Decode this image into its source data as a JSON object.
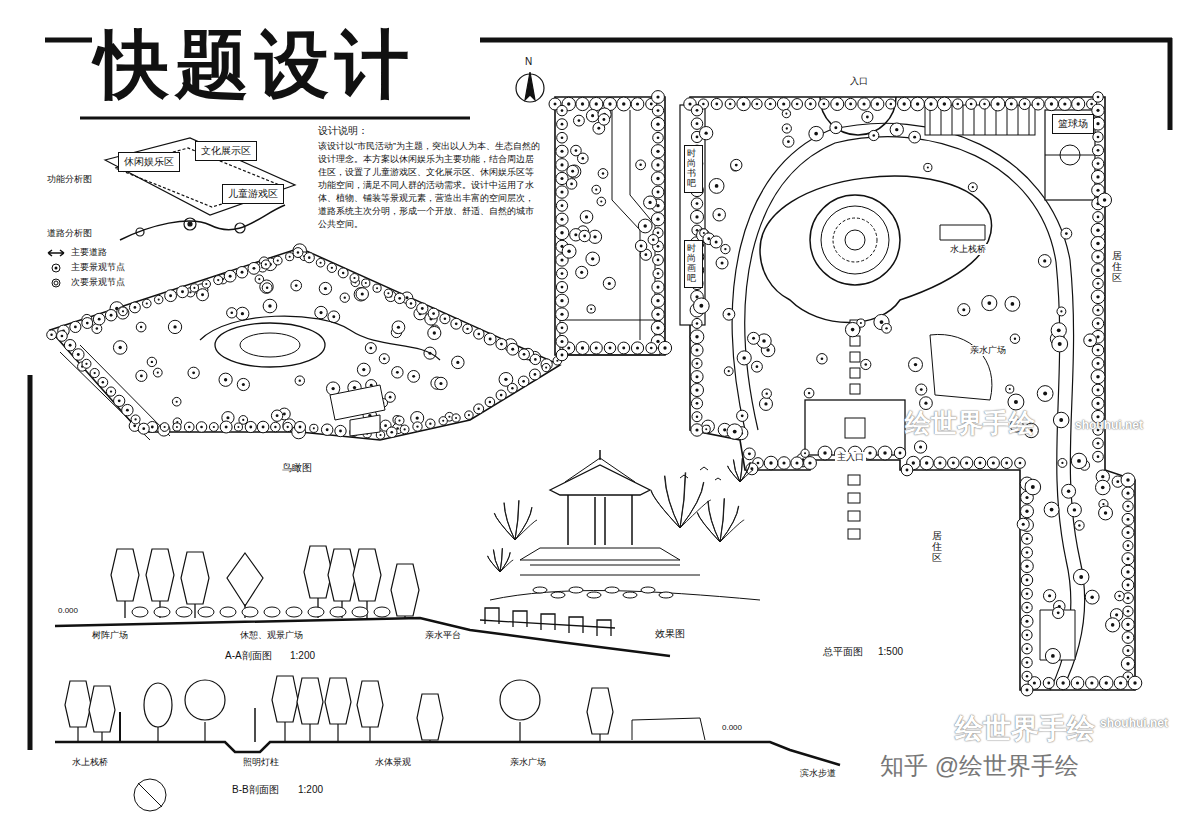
{
  "diagram": {
    "title": "快题设计",
    "nodes": [
      {
        "text": [
          "休闲娱乐区"
        ]
      },
      {
        "text": [
          "文化展示区"
        ]
      },
      {
        "text": [
          "儿童游戏区"
        ]
      },
      {
        "text": [
          "时尚书吧"
        ]
      },
      {
        "text": [
          "时尚画吧"
        ]
      },
      {
        "text": [
          "篮球场"
        ]
      }
    ],
    "labels": [
      "功能分析图",
      "道路分析图",
      "设计说明：",
      "该设计以“市民活动”为主题，突出以人为本、生态自然的设计理念。本方案以休闲娱乐为主要功能，结合周边居住区，设置了儿童游戏区、文化展示区、休闲娱乐区等功能空间，满足不同人群的活动需求。设计中运用了水体、植物、铺装等景观元素，营造出丰富的空间层次，道路系统主次分明，形成一个开放、舒适、自然的城市公共空间。",
      "N",
      "入口",
      "居住区",
      "鸟瞰图",
      "效果图",
      "总平面图",
      "1:500",
      "A-A剖面图",
      "1:200",
      "B-B剖面图",
      "1:200",
      "树阵广场",
      "休憩、观景广场",
      "亲水平台",
      "0.000",
      "水上栈桥",
      "照明灯柱",
      "水体景观",
      "亲水广场",
      "滨水步道",
      "0.000",
      "居住区",
      "亲水广场",
      "主入口",
      "水上栈桥",
      "绘世界手绘",
      "shouhui.net",
      "绘世界手绘",
      "shouhui.net",
      "知乎 @绘世界手绘"
    ],
    "legend": [
      {
        "text": "主要道路"
      },
      {
        "text": "主要景观节点"
      },
      {
        "text": "次要景观节点"
      }
    ]
  }
}
